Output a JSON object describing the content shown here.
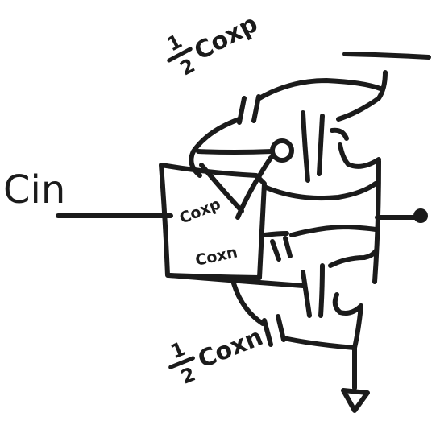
{
  "labels": {
    "input": "Cin",
    "cap_top_half": "Coxp",
    "cap_box_top": "Coxp",
    "cap_box_bottom": "Coxn",
    "cap_bottom_half": "Coxn",
    "frac_num": "1",
    "frac_den": "2"
  }
}
